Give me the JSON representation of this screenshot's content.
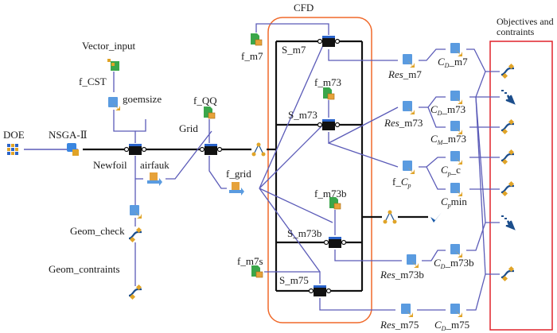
{
  "diagram": {
    "groups": {
      "cfd": {
        "label": "CFD",
        "color": "#f0692a"
      },
      "objectives": {
        "label_line1": "Objectives and",
        "label_line2": "contraints",
        "color": "#e0222a"
      }
    },
    "colors": {
      "data_link": "#5b5bb8",
      "control_link": "#111111",
      "script_icon_bg": "#111111",
      "script_icon_top": "#2a63c9",
      "file_green": "#3aa64a",
      "file_orange": "#e6a23a",
      "calc_blue": "#5a9be0",
      "calc_arrow": "#e0a428",
      "objective_dark": "#1c4e8c"
    },
    "nodes": {
      "doe": {
        "label": "DOE",
        "icon": "doe-grid-icon"
      },
      "nsga": {
        "label": "NSGA-Ⅱ",
        "icon": "optimizer-icon"
      },
      "vector_input": {
        "label": "Vector_input",
        "icon": "vector-input-icon"
      },
      "f_cst": {
        "label": "f_CST"
      },
      "goemsize": {
        "label": "goemsize",
        "icon": "calculator-icon"
      },
      "newfoil": {
        "label": "Newfoil",
        "icon": "script-icon"
      },
      "airfauk": {
        "label": "airfauk",
        "icon": "file-transfer-icon"
      },
      "geom_check": {
        "label": "Geom_check",
        "icon": "calculator-icon"
      },
      "geom_contraints": {
        "label": "Geom_contraints",
        "icon": "constraint-icon"
      },
      "f_qq": {
        "label": "f_QQ",
        "icon": "file-icon"
      },
      "grid": {
        "label": "Grid",
        "icon": "script-icon"
      },
      "f_grid": {
        "label": "f_grid",
        "icon": "file-transfer-icon"
      },
      "f_m7": {
        "label": "f_m7",
        "icon": "file-icon"
      },
      "s_m7": {
        "label": "S_m7",
        "icon": "script-icon"
      },
      "f_m73": {
        "label": "f_m73",
        "icon": "file-icon"
      },
      "s_m73": {
        "label": "S_m73",
        "icon": "script-icon"
      },
      "f_m73b": {
        "label": "f_m73b",
        "icon": "file-icon"
      },
      "s_m73b": {
        "label": "S_m73b",
        "icon": "script-icon"
      },
      "f_m7s": {
        "label": "f_m7s",
        "icon": "file-icon"
      },
      "s_m75": {
        "label": "S_m75",
        "icon": "script-icon"
      },
      "res_m7": {
        "label_it": "Res",
        "label": "_m7",
        "icon": "calculator-icon"
      },
      "res_m73": {
        "label_it": "Res",
        "label": "_m73",
        "icon": "calculator-icon"
      },
      "f_cp": {
        "label": "f_",
        "label_it": "C",
        "sub": "p",
        "icon": "calculator-icon"
      },
      "res_m73b": {
        "label_it": "Res",
        "label": "_m73b",
        "icon": "calculator-icon"
      },
      "res_m75": {
        "label_it": "Res",
        "label": "_m75",
        "icon": "calculator-icon"
      },
      "cd_m7": {
        "label_it": "C",
        "sub": "D",
        "label": "_m7",
        "icon": "calculator-icon"
      },
      "cd_m73": {
        "label_it": "C",
        "sub": "D",
        "label": "_m73",
        "icon": "calculator-icon"
      },
      "cm_m73": {
        "label_it": "C",
        "sub": "M",
        "label": "_m73",
        "icon": "calculator-icon"
      },
      "cp_c": {
        "label_it": "C",
        "sub": "p",
        "label": "_c",
        "icon": "calculator-icon"
      },
      "cp_min": {
        "label_it": "C",
        "sub": "p",
        "label": "min",
        "icon": "calculator-icon"
      },
      "cd_m73b": {
        "label_it": "C",
        "sub": "D",
        "label": "_m73b",
        "icon": "calculator-icon"
      },
      "cd_m75": {
        "label_it": "C",
        "sub": "D",
        "label": "_m75",
        "icon": "calculator-icon"
      },
      "parallel_split": {
        "icon": "parallel-icon"
      },
      "parallel_join": {
        "icon": "parallel-icon"
      },
      "end": {
        "icon": "end-check-icon"
      },
      "obj1": {
        "icon": "constraint-icon"
      },
      "obj2": {
        "icon": "objective-icon"
      },
      "obj3": {
        "icon": "constraint-icon"
      },
      "obj4": {
        "icon": "constraint-icon"
      },
      "obj5": {
        "icon": "constraint-icon"
      },
      "obj6": {
        "icon": "objective-icon"
      },
      "obj7": {
        "icon": "constraint-icon"
      }
    }
  }
}
